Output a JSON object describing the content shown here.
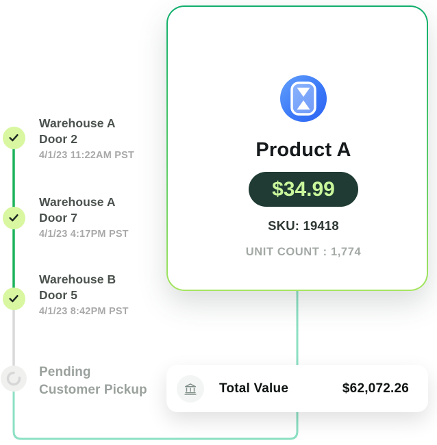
{
  "timeline": {
    "items": [
      {
        "name": "Warehouse A",
        "detail": "Door 2",
        "timestamp": "4/1/23 11:22AM PST",
        "status": "complete"
      },
      {
        "name": "Warehouse A",
        "detail": "Door 7",
        "timestamp": "4/1/23 4:17PM PST",
        "status": "complete"
      },
      {
        "name": "Warehouse B",
        "detail": "Door 5",
        "timestamp": "4/1/23 8:42PM PST",
        "status": "complete"
      },
      {
        "name": "Pending",
        "detail": "Customer Pickup",
        "timestamp": "",
        "status": "pending"
      }
    ]
  },
  "product_card": {
    "icon": "hourglass-icon",
    "title": "Product A",
    "price": "$34.99",
    "sku": "SKU: 19418",
    "unit_count": "UNIT COUNT : 1,774"
  },
  "total_card": {
    "icon": "bank-icon",
    "label": "Total Value",
    "amount": "$62,072.26"
  },
  "colors": {
    "timeline_complete_line": "#1db35b",
    "timeline_pending_line": "#d9d9d9",
    "connector_mint": "#8ce0c3",
    "check_circle_fill": "#d8f7a0",
    "check_mark": "#1e2a24",
    "card_border_top": "#0fae6d",
    "card_border_bottom": "#a6e55f",
    "price_pill_bg": "#1f3b33",
    "price_pill_text": "#c9f69b",
    "product_icon_blue_start": "#63a0fb",
    "product_icon_blue_end": "#2e63f2"
  }
}
